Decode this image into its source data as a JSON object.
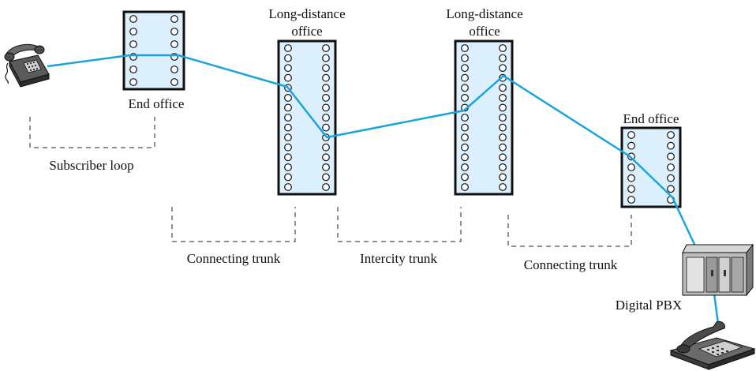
{
  "colors": {
    "line": "#1aa3dc",
    "office_fill": "#dceffc",
    "office_stroke": "#111111",
    "phone_dark": "#4a4a4a",
    "phone_light": "#bdbdbd"
  },
  "offices": [
    {
      "id": "end-office-left",
      "label_lines": [
        "End office"
      ]
    },
    {
      "id": "long-distance-office-1",
      "label_lines": [
        "Long-distance",
        "office"
      ]
    },
    {
      "id": "long-distance-office-2",
      "label_lines": [
        "Long-distance",
        "office"
      ]
    },
    {
      "id": "end-office-right",
      "label_lines": [
        "End office"
      ]
    }
  ],
  "segments": [
    {
      "id": "subscriber-loop",
      "label": "Subscriber loop"
    },
    {
      "id": "connecting-trunk-left",
      "label": "Connecting trunk"
    },
    {
      "id": "intercity-trunk",
      "label": "Intercity trunk"
    },
    {
      "id": "connecting-trunk-right",
      "label": "Connecting trunk"
    }
  ],
  "pbx": {
    "label": "Digital PBX"
  },
  "icons": [
    "telephone-icon",
    "pbx-cabinet-icon",
    "desk-phone-icon"
  ]
}
